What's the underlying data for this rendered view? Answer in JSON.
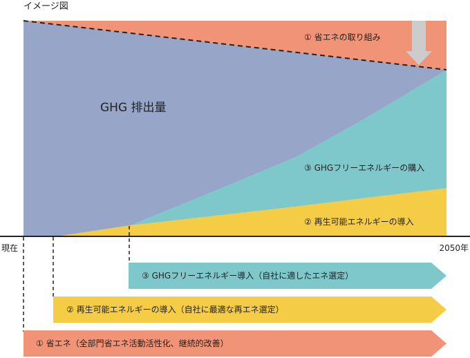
{
  "title": "イメージ図",
  "labels": {
    "ghg": "GHG 排出量",
    "energy_saving": "① 省エネの取り組み",
    "ghg_free_purchase": "③ GHGフリーエネルギーの購入",
    "renewable": "② 再生可能エネルギーの導入"
  },
  "timeline": {
    "start": "現在",
    "end": "2050年"
  },
  "arrows": [
    {
      "label": "③ GHGフリーエネルギー導入（自社に適したエネ選定）",
      "color": "#7ec8cc"
    },
    {
      "label": "② 再生可能エネルギーの導入（自社に最適な再エネ選定）",
      "color": "#f4cc45"
    },
    {
      "label": "① 省エネ（全部門省エネ活動活性化、継続的改善）",
      "color": "#f19376"
    }
  ],
  "colors": {
    "energy_saving": "#f19376",
    "ghg": "#97a5c8",
    "ghg_free": "#7ec8cc",
    "renewable": "#f4cc45",
    "down_arrow": "#cccccc"
  }
}
